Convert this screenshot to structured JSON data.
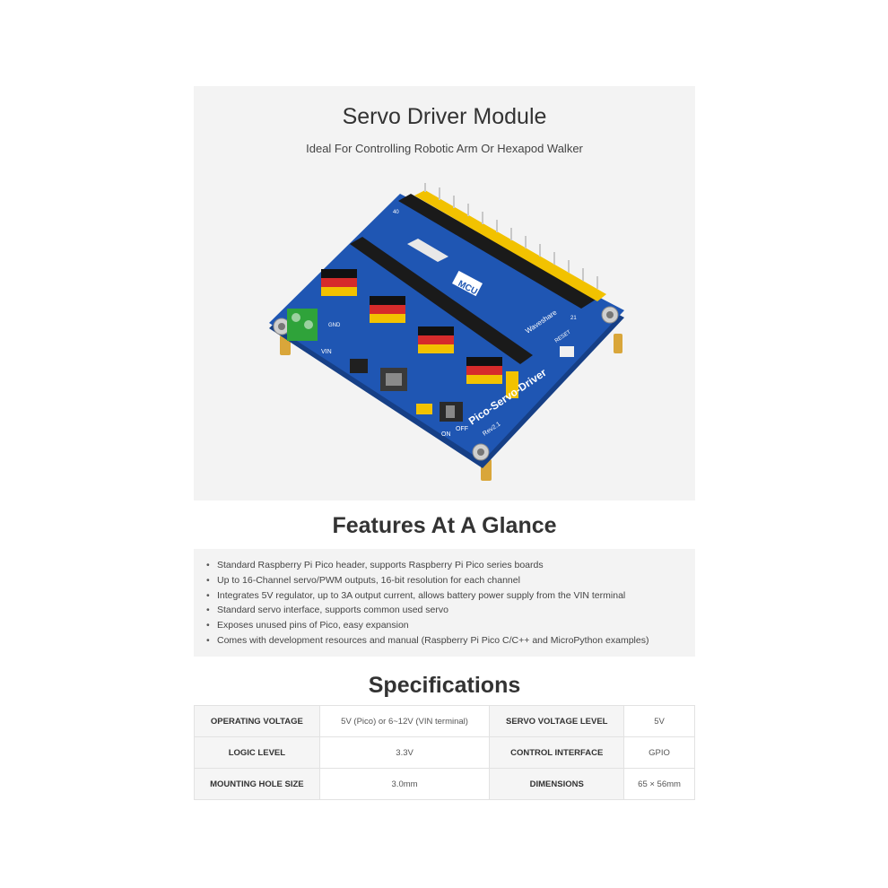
{
  "hero": {
    "title": "Servo Driver Module",
    "subtitle": "Ideal For Controlling Robotic Arm Or Hexapod Walker"
  },
  "board": {
    "name": "Pico-Servo-Driver",
    "rev": "Rev2.1",
    "brand": "Waveshare",
    "mcu_label": "MCU",
    "switch_on": "ON",
    "switch_off": "OFF",
    "reset_label": "RESET",
    "vin_label": "VIN",
    "gnd_label": "GND",
    "pin40": "40",
    "pin21": "21",
    "colors": {
      "pcb": "#1f56b3",
      "header": "#f2c200",
      "terminal": "#2fa33a"
    }
  },
  "features": {
    "title": "Features At A Glance",
    "items": [
      "Standard Raspberry Pi Pico header, supports Raspberry Pi Pico series boards",
      "Up to 16-Channel servo/PWM outputs, 16-bit resolution for each channel",
      "Integrates 5V regulator, up to 3A output current, allows battery power supply from the VIN terminal",
      "Standard servo interface, supports common used servo",
      "Exposes unused pins of Pico, easy expansion",
      "Comes with development resources and manual (Raspberry Pi Pico C/C++ and MicroPython examples)"
    ]
  },
  "specs": {
    "title": "Specifications",
    "rows": [
      [
        "OPERATING VOLTAGE",
        "5V (Pico) or 6~12V (VIN terminal)",
        "SERVO VOLTAGE LEVEL",
        "5V"
      ],
      [
        "LOGIC LEVEL",
        "3.3V",
        "CONTROL INTERFACE",
        "GPIO"
      ],
      [
        "MOUNTING HOLE SIZE",
        "3.0mm",
        "DIMENSIONS",
        "65 × 56mm"
      ]
    ]
  }
}
